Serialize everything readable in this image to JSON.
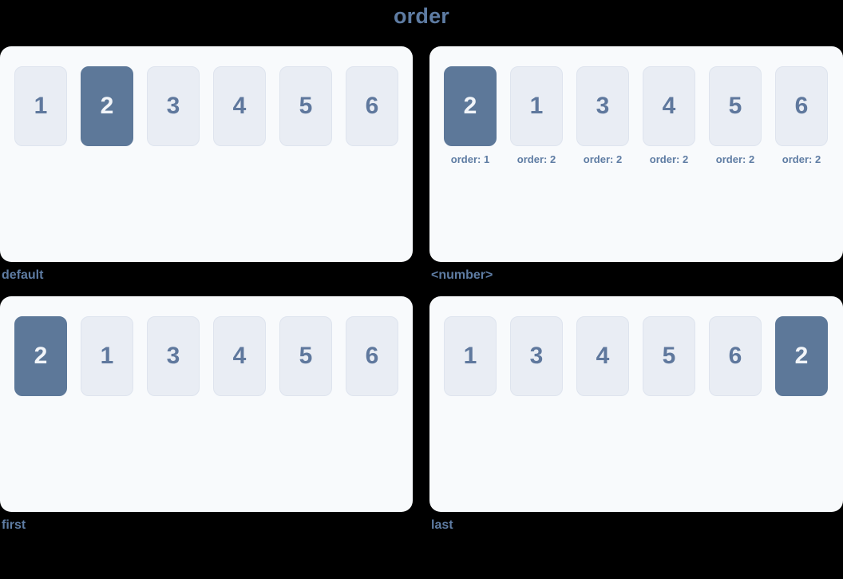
{
  "page": {
    "title": "order"
  },
  "colors": {
    "page_background": "#000000",
    "panel_background": "#f8fafc",
    "box_background": "#e9edf4",
    "box_border": "#dee4ee",
    "box_text": "#5f789d",
    "highlight_background": "#5d7899",
    "highlight_text": "#f2f5f9",
    "label_text": "#5e7ca3"
  },
  "panels": [
    {
      "id": "default",
      "label": "default",
      "boxes": [
        {
          "value": "1",
          "highlighted": false
        },
        {
          "value": "2",
          "highlighted": true
        },
        {
          "value": "3",
          "highlighted": false
        },
        {
          "value": "4",
          "highlighted": false
        },
        {
          "value": "5",
          "highlighted": false
        },
        {
          "value": "6",
          "highlighted": false
        }
      ]
    },
    {
      "id": "number",
      "label": "<number>",
      "boxes": [
        {
          "value": "2",
          "highlighted": true,
          "order_label": "order: 1"
        },
        {
          "value": "1",
          "highlighted": false,
          "order_label": "order: 2"
        },
        {
          "value": "3",
          "highlighted": false,
          "order_label": "order: 2"
        },
        {
          "value": "4",
          "highlighted": false,
          "order_label": "order: 2"
        },
        {
          "value": "5",
          "highlighted": false,
          "order_label": "order: 2"
        },
        {
          "value": "6",
          "highlighted": false,
          "order_label": "order: 2"
        }
      ]
    },
    {
      "id": "first",
      "label": "first",
      "boxes": [
        {
          "value": "2",
          "highlighted": true
        },
        {
          "value": "1",
          "highlighted": false
        },
        {
          "value": "3",
          "highlighted": false
        },
        {
          "value": "4",
          "highlighted": false
        },
        {
          "value": "5",
          "highlighted": false
        },
        {
          "value": "6",
          "highlighted": false
        }
      ]
    },
    {
      "id": "last",
      "label": "last",
      "boxes": [
        {
          "value": "1",
          "highlighted": false
        },
        {
          "value": "3",
          "highlighted": false
        },
        {
          "value": "4",
          "highlighted": false
        },
        {
          "value": "5",
          "highlighted": false
        },
        {
          "value": "6",
          "highlighted": false
        },
        {
          "value": "2",
          "highlighted": true
        }
      ]
    }
  ]
}
